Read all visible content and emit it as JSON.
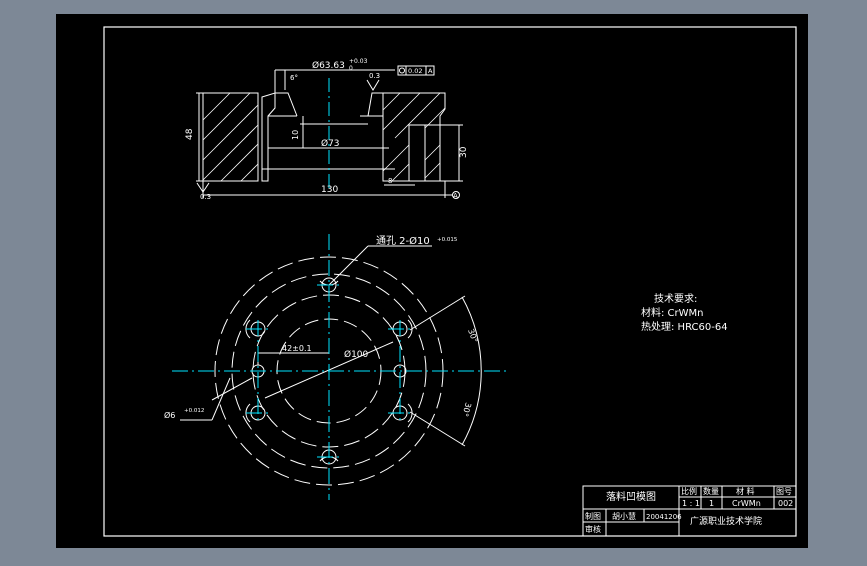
{
  "colors": {
    "window_bg": "#7d8896",
    "canvas_bg": "#000000",
    "line": "#ffffff",
    "centerline": "#00e5ff"
  },
  "section_view": {
    "dim_top": "Ø63.63",
    "dim_top_tol": "+0.03",
    "dim_top_tol_low": "0",
    "dim_chamfer": "6°",
    "surface_roughness": "0.3",
    "flatness_value": "0.02",
    "flatness_datum": "A",
    "dim_height": "48",
    "dim_depth": "10",
    "dim_inner": "Ø73",
    "dim_pocket": "30",
    "dim_small": "8",
    "dim_roughness_left": "0.3",
    "dim_width": "130",
    "datum_label": "A"
  },
  "plan_view": {
    "through_hole_note": "通孔 2-Ø10",
    "through_hole_tol": "+0.015",
    "dim_bore": "Ø100",
    "dim_offset": "42±0.1",
    "dim_pin_hole": "Ø6",
    "dim_pin_hole_tol": "+0.012",
    "angle_upper": "30°",
    "angle_lower": "30°"
  },
  "notes": {
    "title": "技术要求:",
    "material": "材料:  CrWMn",
    "heat": "热处理:  HRC60-64"
  },
  "title_block": {
    "drawing_name": "落料凹模图",
    "scale_label": "比例",
    "qty_label": "数量",
    "material_label": "材  料",
    "number_label": "图号",
    "scale_value": "1 : 1",
    "qty_value": "1",
    "material_value": "CrWMn",
    "number_value": "002",
    "drawn_label": "制图",
    "drawn_by": "胡小慧",
    "date": "20041206",
    "checked_label": "审核",
    "school": "广源职业技术学院"
  }
}
